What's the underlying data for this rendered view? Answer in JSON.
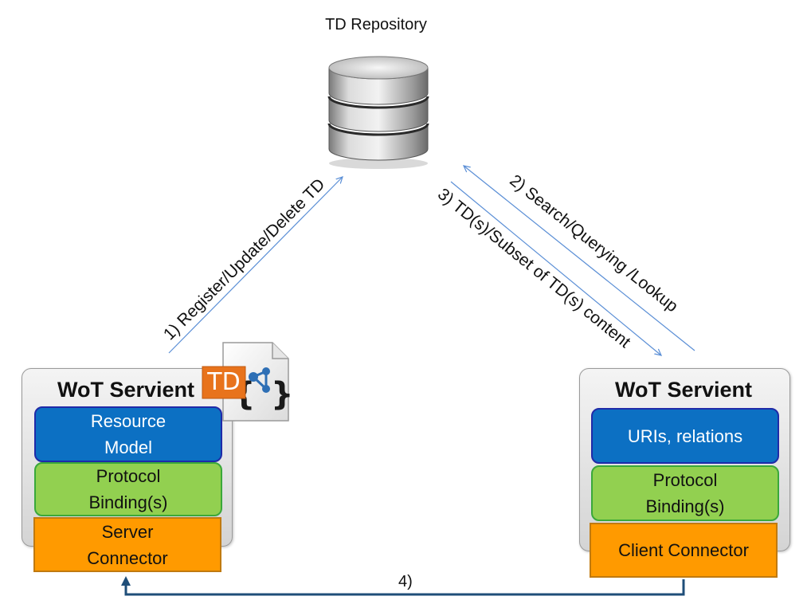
{
  "repository": {
    "title": "TD Repository"
  },
  "arrows": {
    "register": "1) Register/Update/Delete TD",
    "search": "2) Search/Querying /Lookup",
    "response": "3) TD(s)/Subset of TD(s) content",
    "step4": "4)"
  },
  "left_servient": {
    "title": "WoT Servient",
    "resource_model": "Resource Model",
    "protocol_binding": "Protocol Binding(s)",
    "connector": "Server Connector"
  },
  "right_servient": {
    "title": "WoT Servient",
    "resource_model": "URIs, relations",
    "protocol_binding": "Protocol Binding(s)",
    "connector": "Client Connector"
  },
  "td_icon": {
    "label": "TD",
    "icon": "td-document-icon"
  },
  "colors": {
    "blue_layer": "#0c70c3",
    "green_layer": "#92d050",
    "connector": "#ff9a00",
    "arrow_thin": "#5b8fd6",
    "arrow_thick": "#1f4e79"
  }
}
